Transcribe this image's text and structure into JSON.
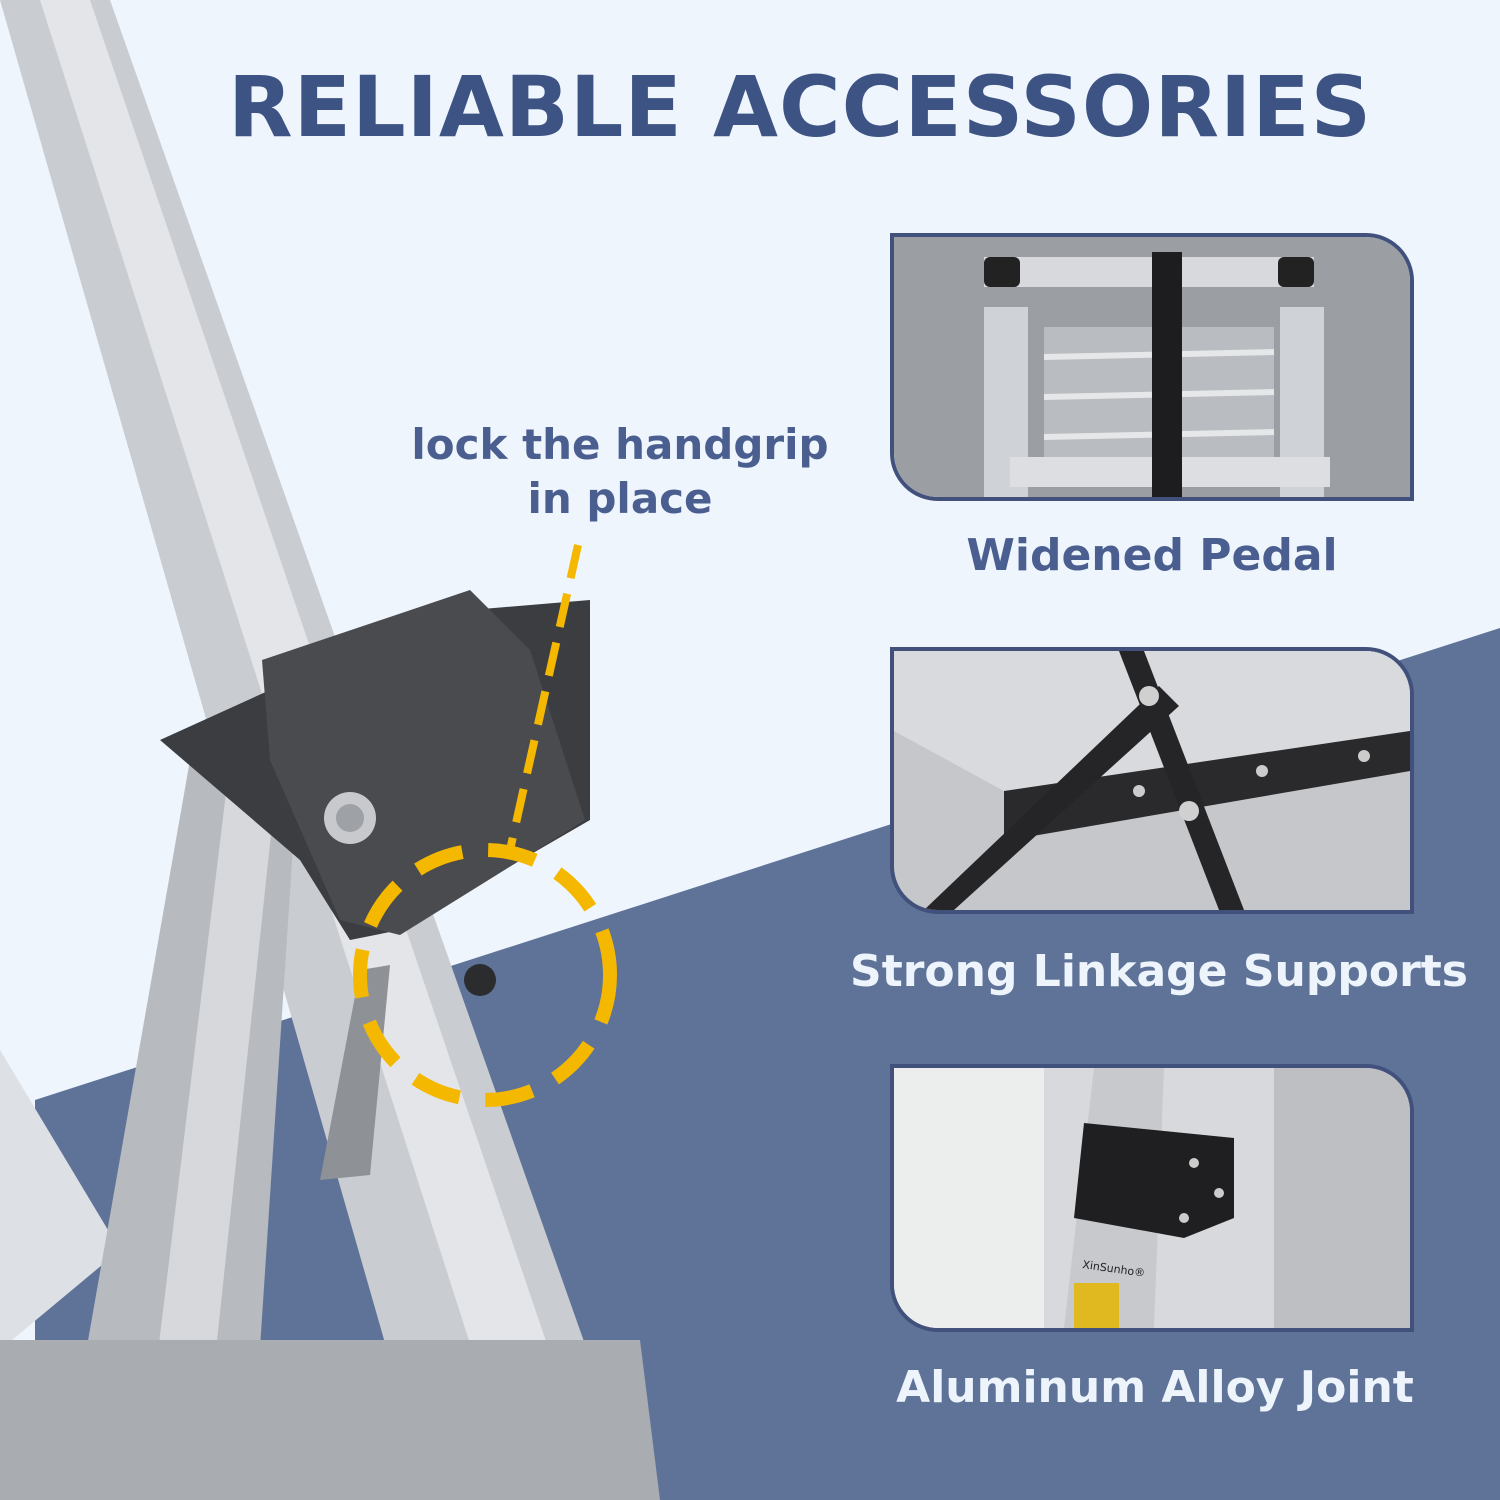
{
  "title": "RELIABLE ACCESSORIES",
  "callout": {
    "line1": "lock the handgrip",
    "line2": "in place"
  },
  "features": [
    {
      "caption": "Widened Pedal"
    },
    {
      "caption": "Strong Linkage Supports"
    },
    {
      "caption": "Aluminum Alloy Joint"
    }
  ],
  "brand_label": "XinSunho",
  "colors": {
    "background": "#eef5fd",
    "band": "#5f7399",
    "title": "#3d5384",
    "accent_dashed": "#f5b800",
    "panel_border": "#41517b"
  }
}
